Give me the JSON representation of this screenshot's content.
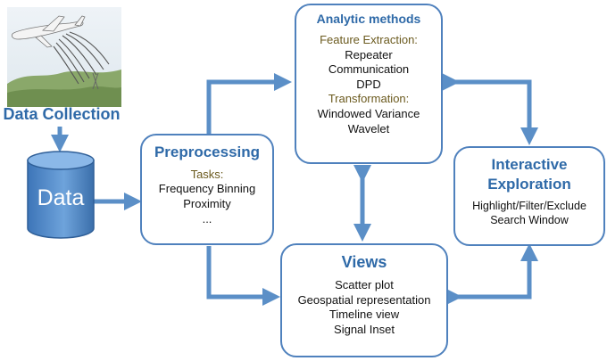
{
  "data_collection": {
    "label": "Data Collection",
    "icon": "airplane-signal-icon"
  },
  "data_store": {
    "label": "Data",
    "icon": "database-cylinder-icon"
  },
  "preprocessing": {
    "title": "Preprocessing",
    "tasks_label": "Tasks:",
    "items": [
      "Frequency Binning",
      "Proximity",
      "..."
    ]
  },
  "analytic_methods": {
    "title": "Analytic methods",
    "feature_label": "Feature Extraction:",
    "feature_items": [
      "Repeater",
      "Communication",
      "DPD"
    ],
    "transform_label": "Transformation:",
    "transform_items": [
      "Windowed Variance",
      "Wavelet"
    ]
  },
  "interactive_exploration": {
    "title_line1": "Interactive",
    "title_line2": "Exploration",
    "items": [
      "Highlight/Filter/Exclude",
      "Search Window"
    ]
  },
  "views": {
    "title": "Views",
    "items": [
      "Scatter plot",
      "Geospatial representation",
      "Timeline view",
      "Signal Inset"
    ]
  },
  "colors": {
    "accent": "#4f81bd",
    "arrow": "#5b8fc7",
    "title": "#2f6aa8",
    "subheading": "#6b5a1e"
  }
}
